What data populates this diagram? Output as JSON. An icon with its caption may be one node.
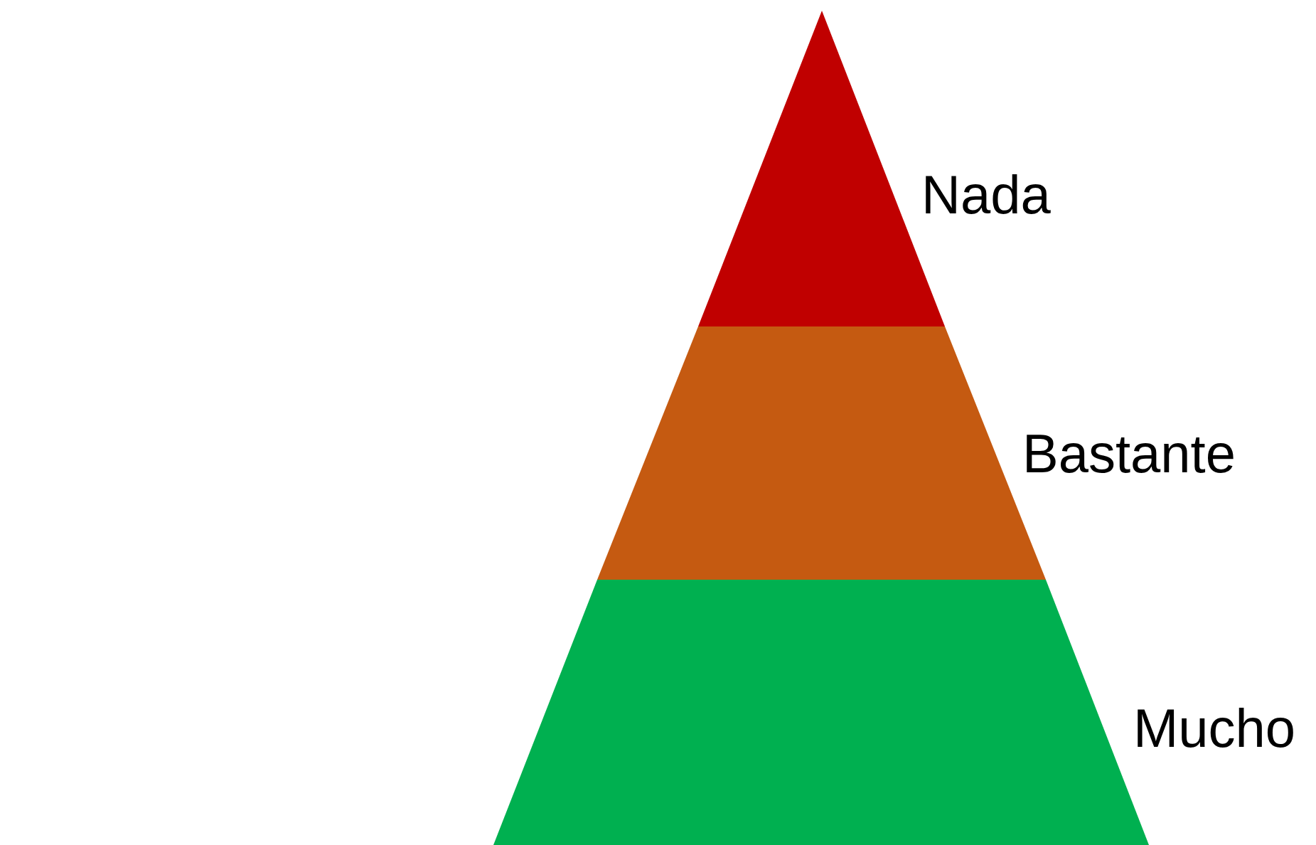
{
  "diagram": {
    "nodes": [
      {
        "text": [
          "Nada"
        ]
      },
      {
        "text": [
          "Bastante"
        ]
      },
      {
        "text": [
          "Mucho"
        ]
      }
    ]
  }
}
